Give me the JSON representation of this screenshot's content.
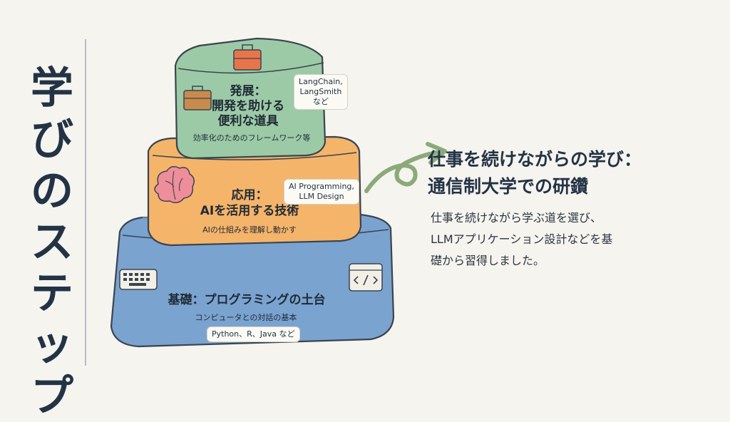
{
  "heading": [
    "学",
    "び",
    "の",
    "ス",
    "テ",
    "ッ",
    "プ"
  ],
  "tiers": {
    "top": {
      "title_lines": [
        "発展：",
        "開発を助ける",
        "便利な道具"
      ],
      "subtitle": "効率化のためのフレームワーク等",
      "tag_lines": [
        "LangChain,",
        "LangSmith",
        "など"
      ],
      "color": "#9ccaa6",
      "icons": [
        "toolbox-icon",
        "briefcase-icon"
      ]
    },
    "middle": {
      "title_lines": [
        "応用：",
        "AIを活用する技術"
      ],
      "subtitle": "AIの仕組みを理解し動かす",
      "tag_lines": [
        "AI Programming,",
        "LLM Design"
      ],
      "color": "#f4b46a",
      "icons": [
        "brain-icon"
      ]
    },
    "bottom": {
      "title": "基礎：プログラミングの土台",
      "subtitle": "コンピュータとの対話の基本",
      "tag": "Python、R、Java など",
      "color": "#7aa3cf",
      "icons": [
        "keyboard-icon",
        "code-window-icon"
      ]
    }
  },
  "right": {
    "title_lines": [
      "仕事を続けながらの学び：",
      "通信制大学での研鑽"
    ],
    "body_lines": [
      "仕事を続けながら学ぶ道を選び、",
      "LLMアプリケーション設計などを基",
      "礎から習得しました。"
    ]
  },
  "colors": {
    "background": "#f6f4ef",
    "text": "#233346",
    "arrow": "#8aaa7a",
    "outline": "#3a4450"
  }
}
